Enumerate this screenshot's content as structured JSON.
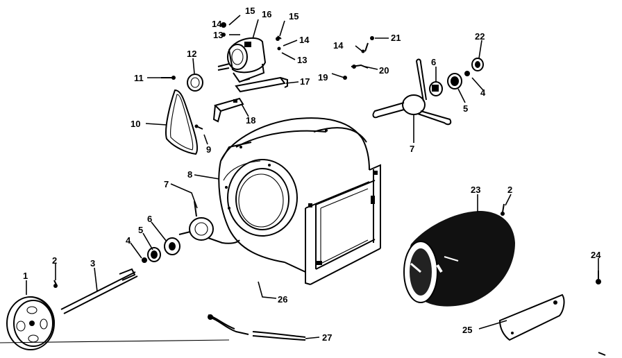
{
  "diagram": {
    "callouts": [
      {
        "id": "c1",
        "text": "1"
      },
      {
        "id": "c2a",
        "text": "2"
      },
      {
        "id": "c2b",
        "text": "2"
      },
      {
        "id": "c3",
        "text": "3"
      },
      {
        "id": "c4a",
        "text": "4"
      },
      {
        "id": "c4b",
        "text": "4"
      },
      {
        "id": "c5a",
        "text": "5"
      },
      {
        "id": "c5b",
        "text": "5"
      },
      {
        "id": "c6a",
        "text": "6"
      },
      {
        "id": "c6b",
        "text": "6"
      },
      {
        "id": "c7a",
        "text": "7"
      },
      {
        "id": "c7b",
        "text": "7"
      },
      {
        "id": "c8",
        "text": "8"
      },
      {
        "id": "c9",
        "text": "9"
      },
      {
        "id": "c10",
        "text": "10"
      },
      {
        "id": "c11",
        "text": "11"
      },
      {
        "id": "c12",
        "text": "12"
      },
      {
        "id": "c13a",
        "text": "13"
      },
      {
        "id": "c13b",
        "text": "13"
      },
      {
        "id": "c14a",
        "text": "14"
      },
      {
        "id": "c14b",
        "text": "14"
      },
      {
        "id": "c14c",
        "text": "14"
      },
      {
        "id": "c15a",
        "text": "15"
      },
      {
        "id": "c15b",
        "text": "15"
      },
      {
        "id": "c16",
        "text": "16"
      },
      {
        "id": "c17",
        "text": "17"
      },
      {
        "id": "c18",
        "text": "18"
      },
      {
        "id": "c19",
        "text": "19"
      },
      {
        "id": "c20",
        "text": "20"
      },
      {
        "id": "c21",
        "text": "21"
      },
      {
        "id": "c22",
        "text": "22"
      },
      {
        "id": "c23",
        "text": "23"
      },
      {
        "id": "c24",
        "text": "24"
      },
      {
        "id": "c25",
        "text": "25"
      },
      {
        "id": "c26",
        "text": "26"
      },
      {
        "id": "c27",
        "text": "27"
      }
    ]
  }
}
